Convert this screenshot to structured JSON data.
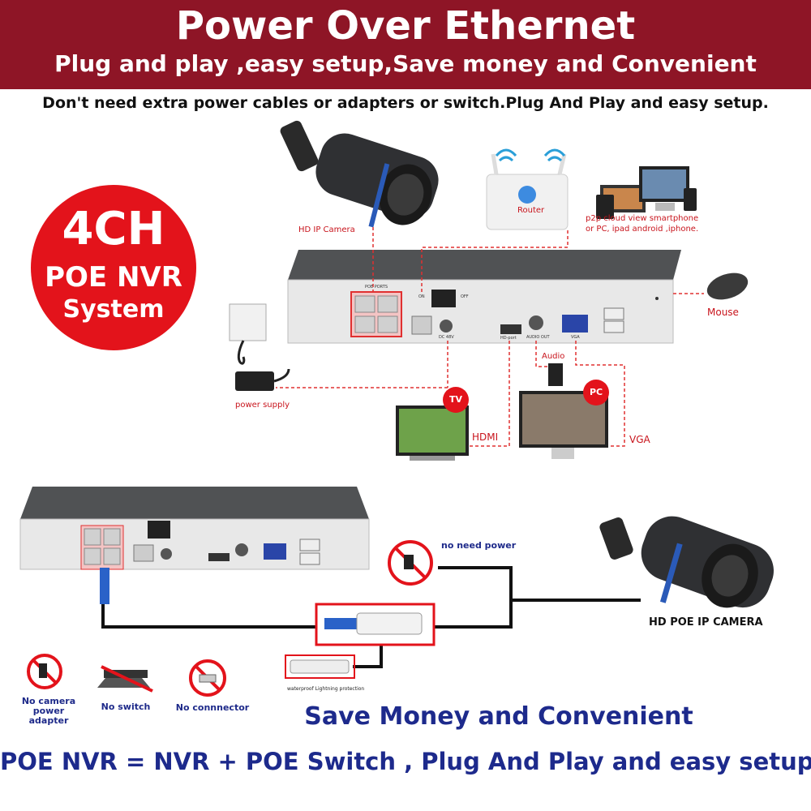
{
  "header": {
    "title": "Power Over Ethernet",
    "subtitle": "Plug and play ,easy setup,Save money and Convenient"
  },
  "tagline": "Don't need extra power cables or adapters or switch.Plug And Play and easy setup.",
  "badge": {
    "line1": "4CH",
    "line2": "POE NVR",
    "line3": "System"
  },
  "top_diagram": {
    "camera_label": "HD IP Camera",
    "router_label": "Router",
    "p2p_label_line1": "p2p cloud  view smartphone",
    "p2p_label_line2": "or PC, ipad android ,iphone.",
    "mouse_label": "Mouse",
    "power_label": "power supply",
    "audio_label": "Audio",
    "hdmi_label": "HDMI",
    "vga_label": "VGA",
    "tv_badge": "TV",
    "pc_badge": "PC",
    "poe_ports": "POE PORTS",
    "on_label": "ON",
    "off_label": "OFF",
    "dc_label": "DC 48V",
    "hd_port": "HD-port",
    "audio_out": "AUDIO OUT",
    "vga_port": "VGA"
  },
  "bottom_diagram": {
    "no_need_power": "no need power",
    "camera_label": "HD POE IP CAMERA",
    "waterproof_label": "waterproof Lightning protection",
    "icons": [
      {
        "label": "No camera\npower adapter"
      },
      {
        "label": "No switch"
      },
      {
        "label": "No connnector"
      }
    ]
  },
  "footer": {
    "line1": "Save Money and Convenient",
    "line2": "POE NVR = NVR + POE Switch , Plug And Play and easy setup."
  },
  "colors": {
    "banner": "#8e1526",
    "badge": "#e3131b",
    "footer_text": "#1d2a8c",
    "accent_red": "#c8141c"
  }
}
